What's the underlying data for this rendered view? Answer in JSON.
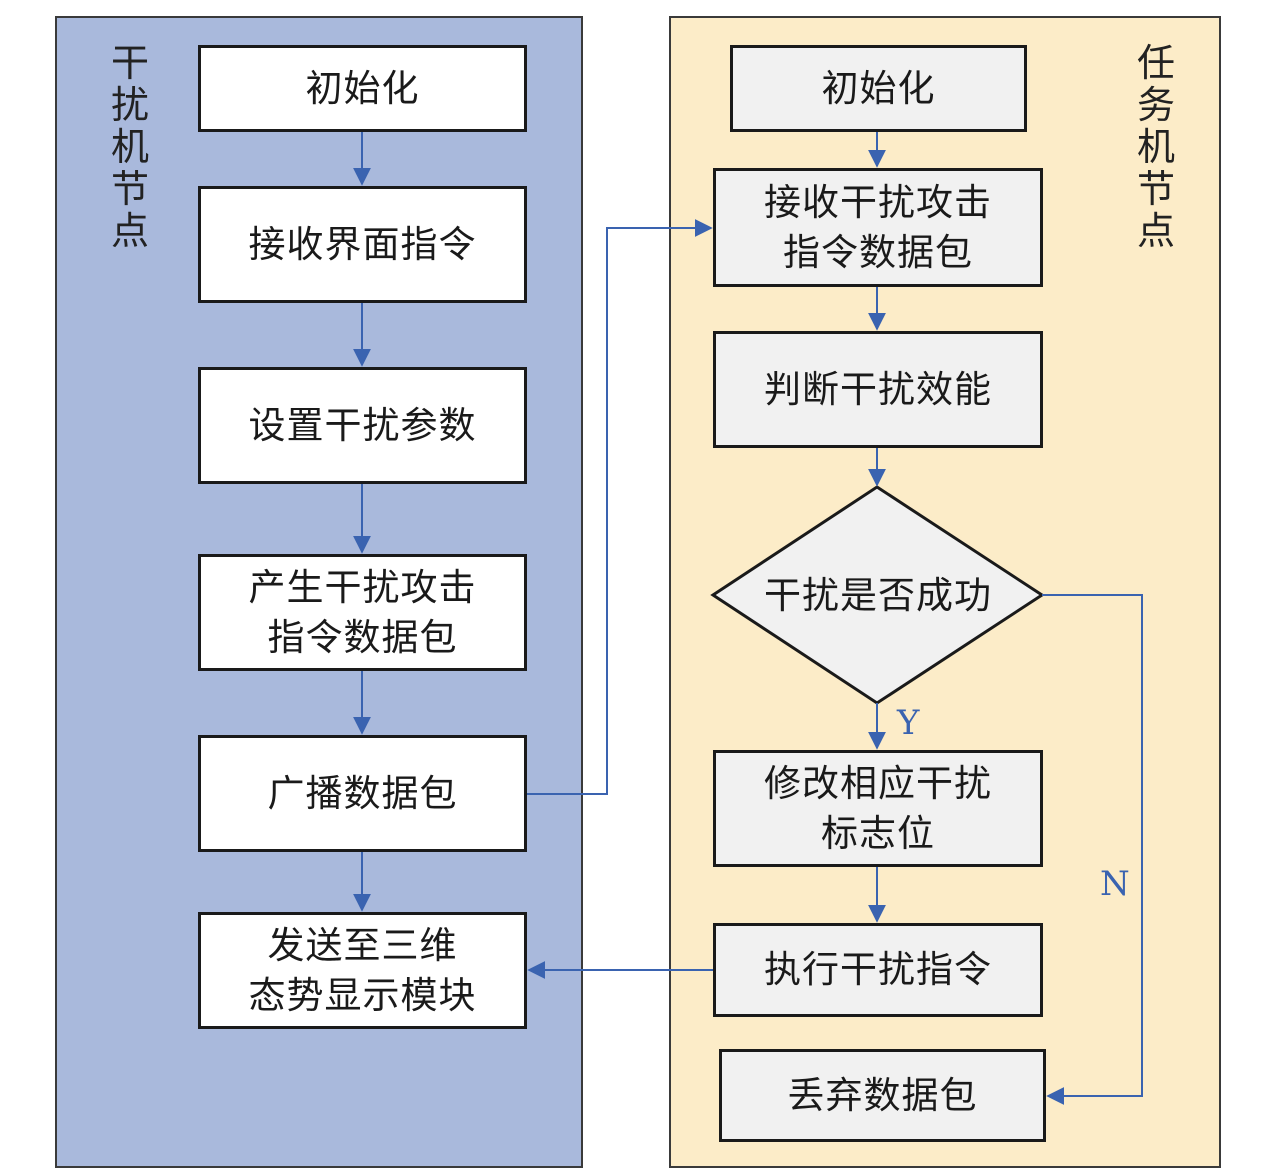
{
  "lanes": {
    "jammer": {
      "title": "干扰机节点",
      "steps": {
        "init": "初始化",
        "receive_ui_cmd": "接收界面指令",
        "set_params": "设置干扰参数",
        "gen_packet": "产生干扰攻击\n指令数据包",
        "broadcast": "广播数据包",
        "send_3d": "发送至三维\n态势显示模块"
      }
    },
    "mission": {
      "title": "任务机节点",
      "steps": {
        "init": "初始化",
        "receive_packet": "接收干扰攻击\n指令数据包",
        "judge": "判断干扰效能",
        "decision": "干扰是否成功",
        "modify_flag": "修改相应干扰\n标志位",
        "execute": "执行干扰指令",
        "discard": "丢弃数据包"
      }
    }
  },
  "edges": {
    "yes_label": "Y",
    "no_label": "N"
  },
  "colors": {
    "left_panel": "#a9b9dc",
    "right_panel": "#fcecc8",
    "arrow": "#3a63b0",
    "box_border": "#1a1a1a"
  }
}
